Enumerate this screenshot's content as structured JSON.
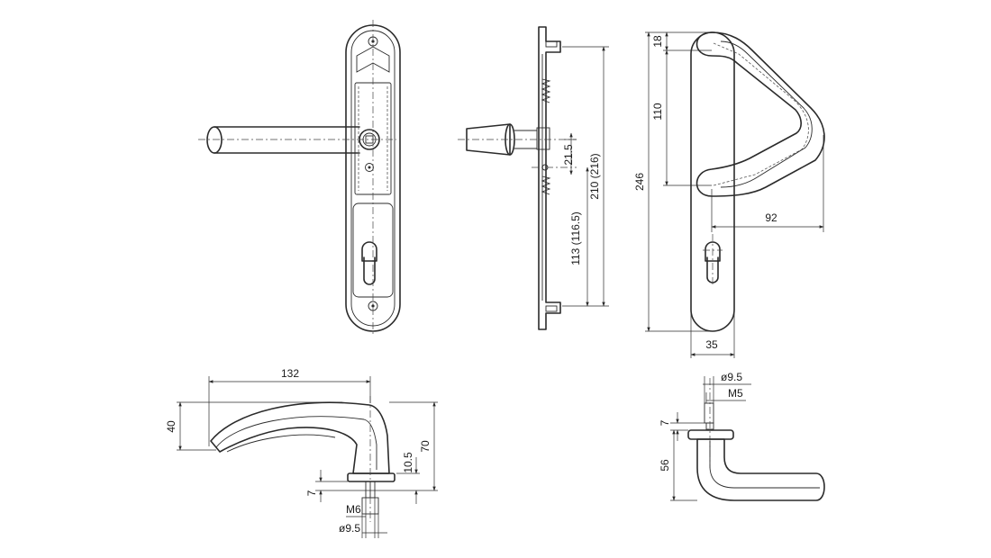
{
  "dimensions": {
    "side_18": "18",
    "side_110": "110",
    "side_246": "246",
    "side_92": "92",
    "side_35": "35",
    "profile_21_5": "21.5",
    "profile_210": "210 (216)",
    "profile_113": "113 (116.5)",
    "lever_132": "132",
    "lever_40": "40",
    "lever_70": "70",
    "lever_10_5": "10.5",
    "lever_7": "7",
    "lever_m6": "M6",
    "lever_d9_5": "ø9.5",
    "knob_d9_5": "ø9.5",
    "knob_m5": "M5",
    "knob_7": "7",
    "knob_56": "56"
  },
  "colors": {
    "line": "#2b2b2b",
    "background": "#ffffff"
  }
}
